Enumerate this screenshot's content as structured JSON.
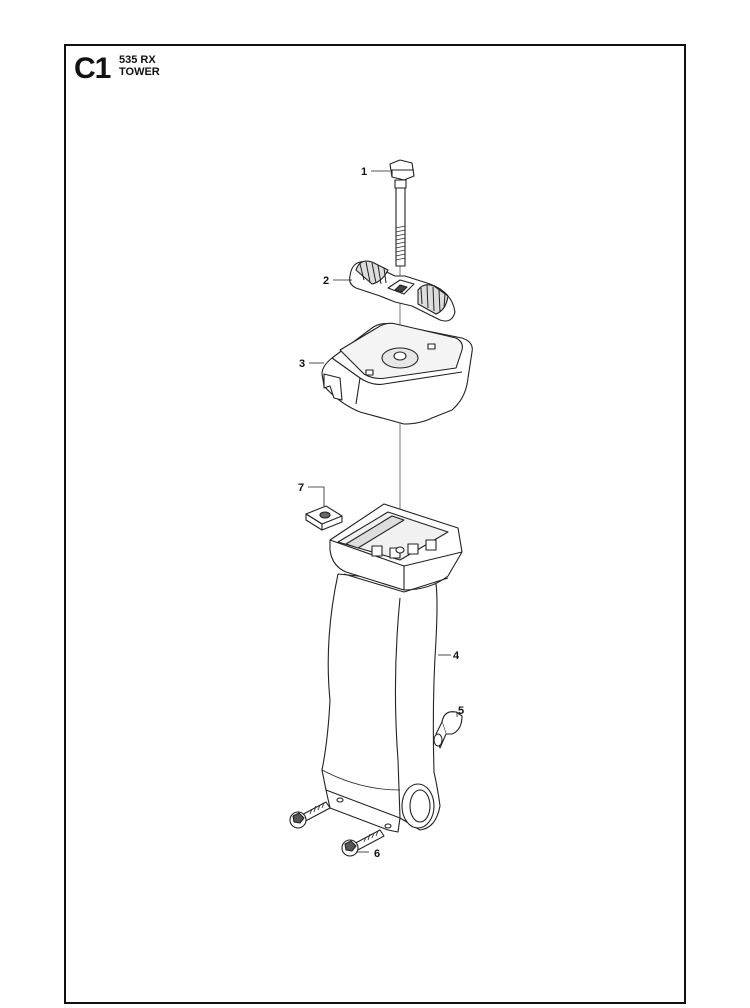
{
  "header": {
    "section_code": "C1",
    "model": "535 RX",
    "assembly": "TOWER"
  },
  "callouts": [
    {
      "id": "1",
      "part": "bolt"
    },
    {
      "id": "2",
      "part": "wing-knob"
    },
    {
      "id": "3",
      "part": "tower-cover"
    },
    {
      "id": "4",
      "part": "tower-tube"
    },
    {
      "id": "5",
      "part": "clip"
    },
    {
      "id": "6",
      "part": "screw"
    },
    {
      "id": "7",
      "part": "nut"
    }
  ]
}
